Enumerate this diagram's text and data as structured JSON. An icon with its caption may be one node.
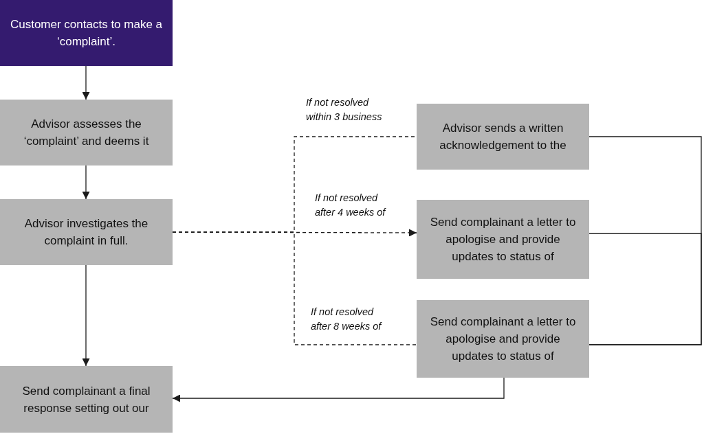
{
  "diagram": {
    "nodes": [
      {
        "text": [
          "Customer contacts to make a ‘complaint’."
        ]
      },
      {
        "text": [
          "Advisor assesses the ‘complaint’ and deems it"
        ]
      },
      {
        "text": [
          "Advisor investigates the complaint in full."
        ]
      },
      {
        "text": [
          "Send complainant a final response setting out our"
        ]
      },
      {
        "text": [
          "Advisor sends a written acknowledgement to the"
        ]
      },
      {
        "text": [
          "Send complainant a letter to apologise and provide updates to status of"
        ]
      },
      {
        "text": [
          "Send complainant a letter to apologise and provide updates to status of"
        ]
      }
    ],
    "edges": [
      {
        "from": 0,
        "to": 1,
        "arrow": "to"
      },
      {
        "from": 1,
        "to": 2,
        "arrow": "to"
      },
      {
        "from": 2,
        "to": 3,
        "arrow": "to"
      },
      {
        "from": 2,
        "to": 4,
        "arrow": "none",
        "style": "dashed",
        "label": "If not resolved within 3 business"
      },
      {
        "from": 2,
        "to": 5,
        "arrow": "to",
        "style": "dashed",
        "label": "If not resolved after 4 weeks of"
      },
      {
        "from": 2,
        "to": 6,
        "arrow": "none",
        "style": "dashed",
        "label": "If not resolved after 8 weeks of"
      },
      {
        "from": 4,
        "to": 6,
        "arrow": "none"
      },
      {
        "from": 5,
        "to": 6,
        "arrow": "none"
      },
      {
        "from": 6,
        "to": 3,
        "arrow": "to"
      }
    ]
  }
}
